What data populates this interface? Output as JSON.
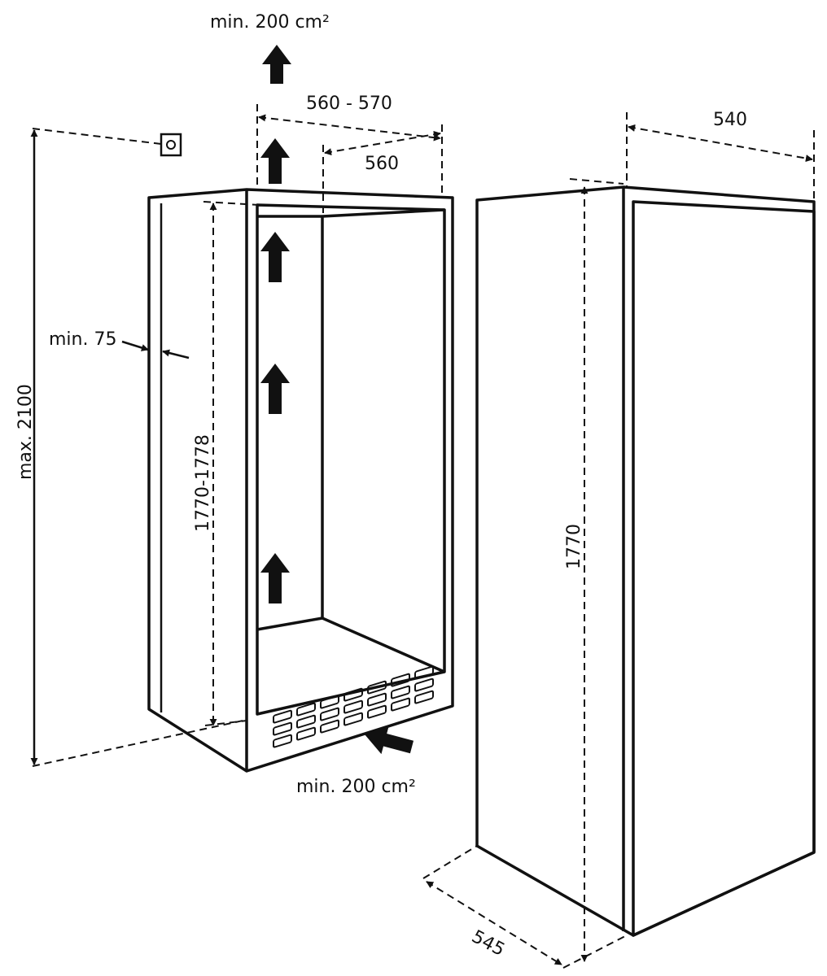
{
  "labels": {
    "vent_top": "min. 200 cm²",
    "vent_bottom": "min. 200 cm²",
    "niche_width_outer": "560 - 570",
    "niche_width_inner": "560",
    "wall_gap": "min. 75",
    "total_height": "max. 2100",
    "niche_height": "1770-1778",
    "appliance_width": "540",
    "appliance_height": "1770",
    "appliance_depth": "545"
  },
  "colors": {
    "line": "#111111",
    "background": "#ffffff"
  },
  "icons": {
    "airflow": "arrow-up-icon",
    "inflow": "arrow-left-icon",
    "socket": "power-socket-icon"
  }
}
